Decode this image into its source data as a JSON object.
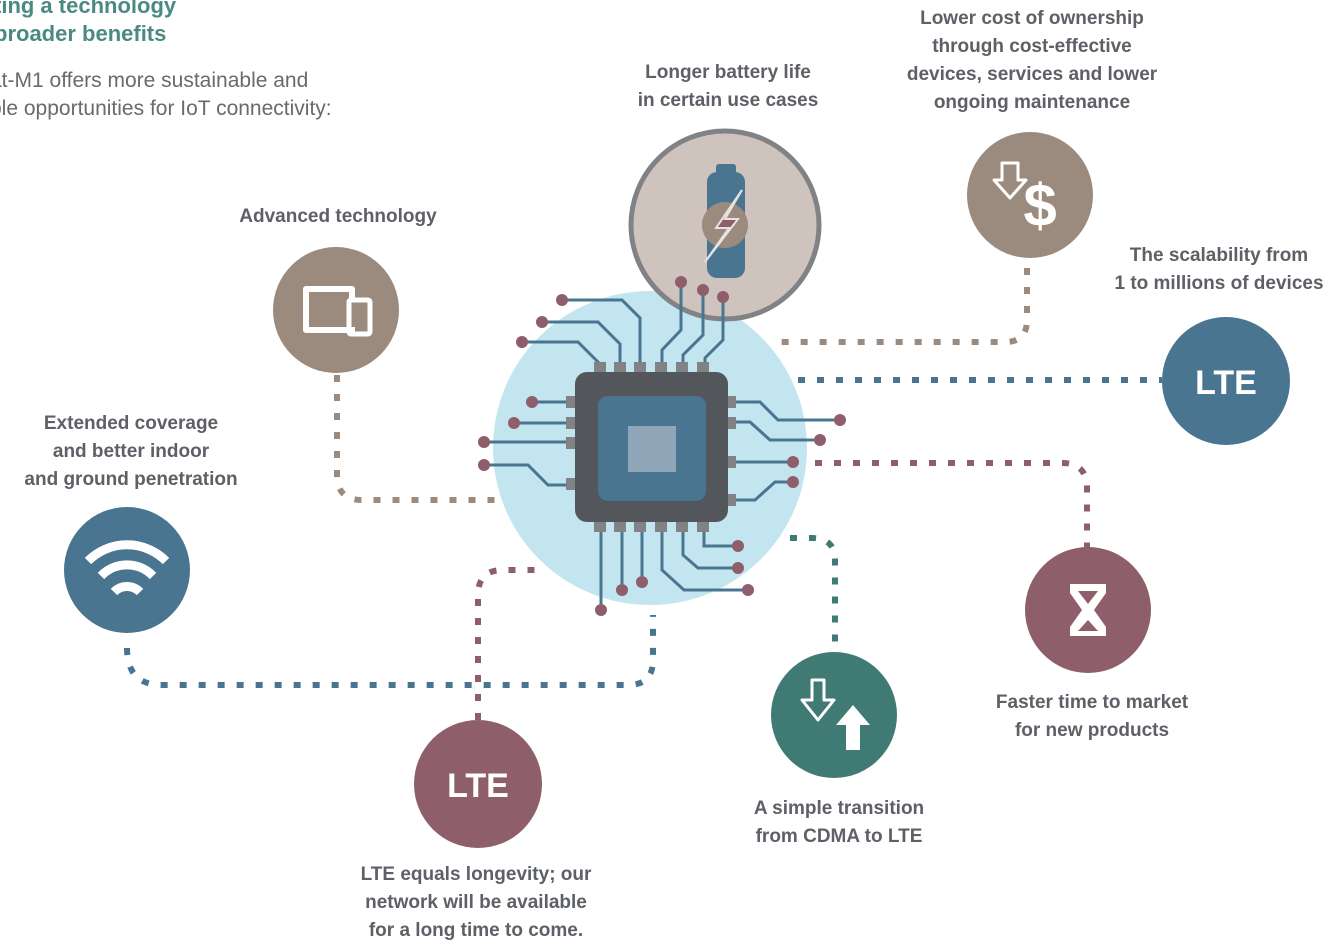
{
  "header": {
    "title_line1": "ting a technology",
    "title_line2": "broader benefits",
    "subtitle_line1": "at-M1 offers more sustainable and",
    "subtitle_line2": "ble opportunities for IoT connectivity:"
  },
  "benefits": {
    "advanced_technology": {
      "lines": [
        "Advanced technology"
      ],
      "icon": "tablet-phone-icon"
    },
    "battery": {
      "lines": [
        "Longer battery life",
        "in certain use cases"
      ],
      "icon": "battery-icon"
    },
    "cost": {
      "lines": [
        "Lower cost of ownership",
        "through cost-effective",
        "devices, services and lower",
        "ongoing maintenance"
      ],
      "icon": "dollar-down-icon"
    },
    "scalability": {
      "lines": [
        "The scalability from",
        "1 to millions of devices"
      ],
      "icon_text": "LTE"
    },
    "coverage": {
      "lines": [
        "Extended coverage",
        "and better indoor",
        "and ground penetration"
      ],
      "icon": "wifi-icon"
    },
    "time_to_market": {
      "lines": [
        "Faster time to market",
        "for new products"
      ],
      "icon": "hourglass-icon"
    },
    "transition": {
      "lines": [
        "A simple transition",
        "from CDMA to LTE"
      ],
      "icon": "arrows-transition-icon"
    },
    "longevity": {
      "lines": [
        "LTE equals longevity; our",
        "network will be available",
        "for a long time to come."
      ],
      "icon_text": "LTE"
    }
  },
  "colors": {
    "teal_title": "#4a8a82",
    "text_gray": "#5d6066",
    "taupe": "#9b8b7e",
    "blue": "#4a7590",
    "mauve": "#8e5f6a",
    "green_teal": "#3f7a74",
    "chip_halo": "#c3e5f0",
    "chip_body": "#53575c",
    "battery_bg": "#cfc3bd"
  }
}
